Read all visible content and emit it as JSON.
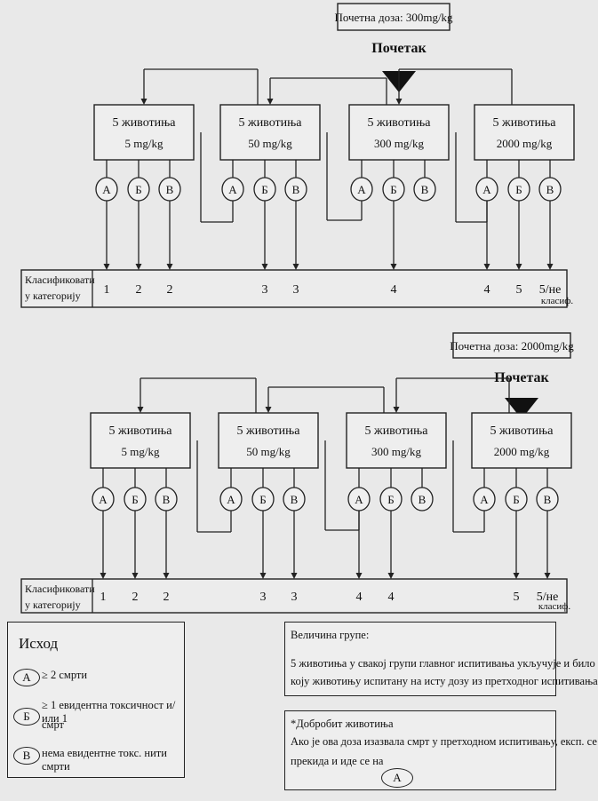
{
  "outcome_labels": [
    "А",
    "Б",
    "В"
  ],
  "animals_label": "5 животиња",
  "category_label_line1": "Класификовати",
  "category_label_line2": "у категорију",
  "start_label": "Почетак",
  "panels": [
    {
      "start_dose_label": "Почетна доза: 300mg/kg",
      "start_index": 2,
      "doses": [
        "5 mg/kg",
        "50 mg/kg",
        "300 mg/kg",
        "2000 mg/kg"
      ],
      "categories": [
        [
          "1",
          "2",
          "2"
        ],
        [
          "",
          "3",
          "3"
        ],
        [
          "",
          "4",
          ""
        ],
        [
          "4",
          "5",
          "5/не"
        ]
      ],
      "extra_label": "класиф."
    },
    {
      "start_dose_label": "Почетна доза: 2000mg/kg",
      "start_index": 3,
      "doses": [
        "5 mg/kg",
        "50 mg/kg",
        "300 mg/kg",
        "2000 mg/kg"
      ],
      "categories": [
        [
          "1",
          "2",
          "2"
        ],
        [
          "",
          "3",
          "3"
        ],
        [
          "4",
          "4",
          ""
        ],
        [
          "",
          "5",
          "5/не"
        ]
      ],
      "extra_label": "класиф."
    }
  ],
  "legend": {
    "title": "Исход",
    "items": [
      {
        "symbol": "А",
        "text": "≥ 2 смрти"
      },
      {
        "symbol": "Б",
        "text_line1": "≥ 1 евидентна токсичност и/или 1",
        "text_line2": "смрт"
      },
      {
        "symbol": "В",
        "text": "нема евидентне токс. нити смрти"
      }
    ]
  },
  "group_size": {
    "title": "Величина групе:",
    "line1": "5 животиња у свакој групи главног испитивања укључује и било",
    "line2": "коју животињу испитану на исту дозу из претходног испитивања"
  },
  "welfare": {
    "title": "*Добробит животиња",
    "line1": "Ако је ова доза изазвала смрт у претходном  испитивању, експ. се",
    "line2": "прекида и иде се на",
    "symbol": "А"
  }
}
